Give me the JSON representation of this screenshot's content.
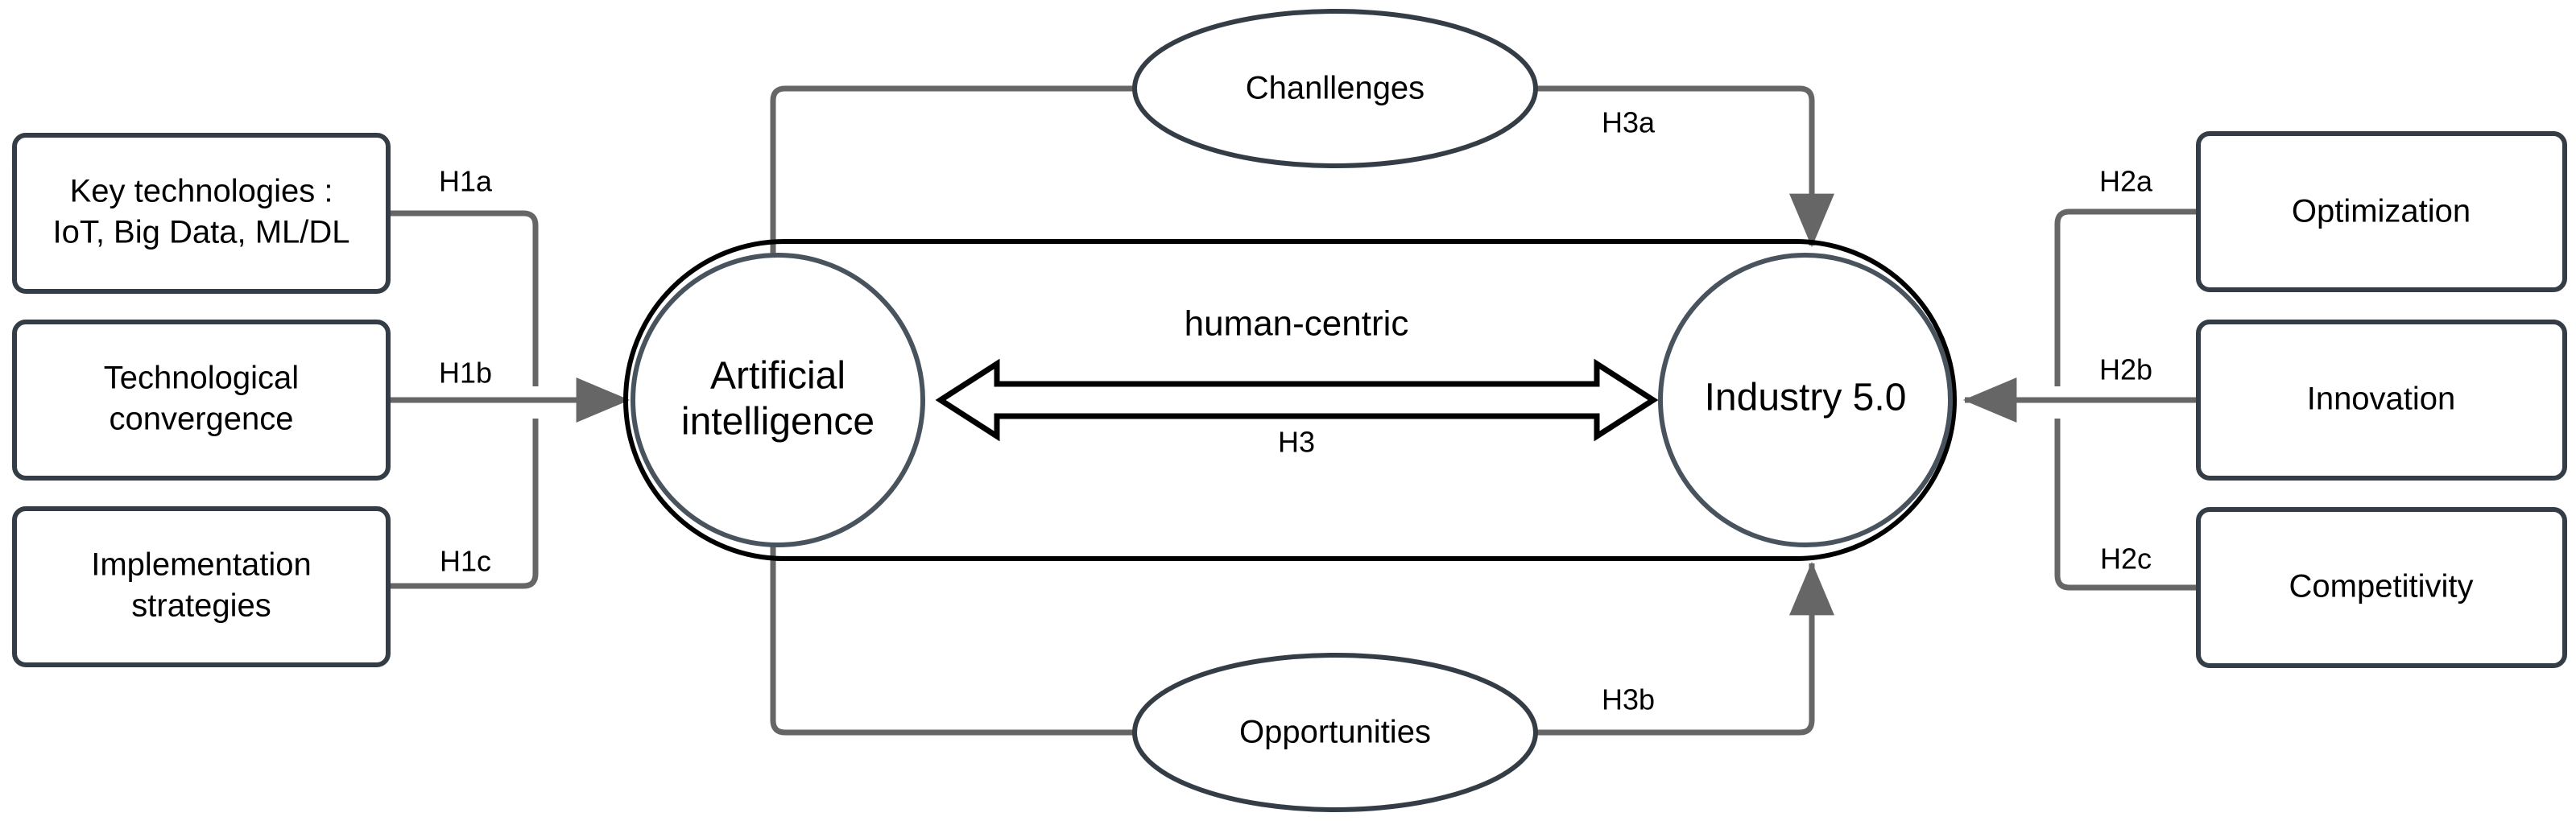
{
  "diagram": {
    "title": "AI and Industry 5.0 hypothesis framework",
    "colors": {
      "box_border": "#343d46",
      "circle_border": "#49535d",
      "stadium_border": "#000000",
      "connector": "#666666",
      "text": "#000000",
      "background": "#ffffff"
    },
    "left_boxes": [
      {
        "id": "key-technologies",
        "line1": "Key technologies :",
        "line2": "IoT, Big Data, ML/DL",
        "edge_label": "H1a"
      },
      {
        "id": "technological-convergence",
        "line1": "Technological",
        "line2": "convergence",
        "edge_label": "H1b"
      },
      {
        "id": "implementation-strategies",
        "line1": "Implementation",
        "line2": "strategies",
        "edge_label": "H1c"
      }
    ],
    "right_boxes": [
      {
        "id": "optimization",
        "line1": "Optimization",
        "line2": "",
        "edge_label": "H2a"
      },
      {
        "id": "innovation",
        "line1": "Innovation",
        "line2": "",
        "edge_label": "H2b"
      },
      {
        "id": "competitivity",
        "line1": "Competitivity",
        "line2": "",
        "edge_label": "H2c"
      }
    ],
    "center_nodes": {
      "left_circle_line1": "Artificial",
      "left_circle_line2": "intelligence",
      "right_circle": "Industry 5.0"
    },
    "ellipses": [
      {
        "id": "chanllenges",
        "label": "Chanllenges",
        "edge_label": "H3a"
      },
      {
        "id": "opportunities",
        "label": "Opportunities",
        "edge_label": "H3b"
      }
    ],
    "center_arrow": {
      "above_label": "human-centric",
      "below_label": "H3"
    }
  }
}
